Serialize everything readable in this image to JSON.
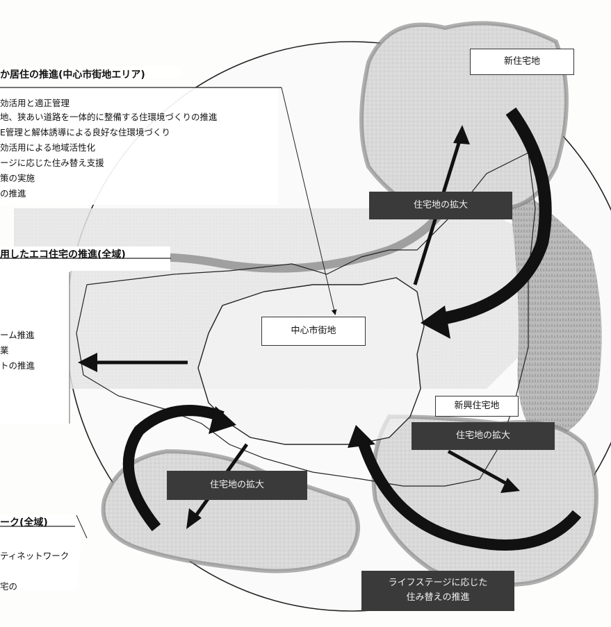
{
  "sections": [
    {
      "title": "か居住の推進(中心市街地エリア)",
      "items": [
        "効活用と適正管理",
        "地、狭あい道路を一体的に整備する住環境づくりの推進",
        "E管理と解体誘導による良好な住環境づくり",
        "効活用による地域活性化",
        "ージに応じた住み替え支援",
        "策の実施",
        "の推進"
      ]
    },
    {
      "title": "用したエコ住宅の推進(全域)",
      "items": [
        "ーム推進",
        "業",
        "トの推進"
      ]
    },
    {
      "title": "ーク(全域)",
      "items": [
        "ティネットワーク",
        "宅の"
      ]
    }
  ],
  "labels": {
    "new_residential": "新住宅地",
    "central_city": "中心市街地",
    "emerging_residential": "新興住宅地",
    "expansion_upper": "住宅地の拡大",
    "expansion_right": "住宅地の拡大",
    "expansion_lower": "住宅地の拡大",
    "lifestage_line1": "ライフステージに応じた",
    "lifestage_line2": "住み替えの推進"
  }
}
